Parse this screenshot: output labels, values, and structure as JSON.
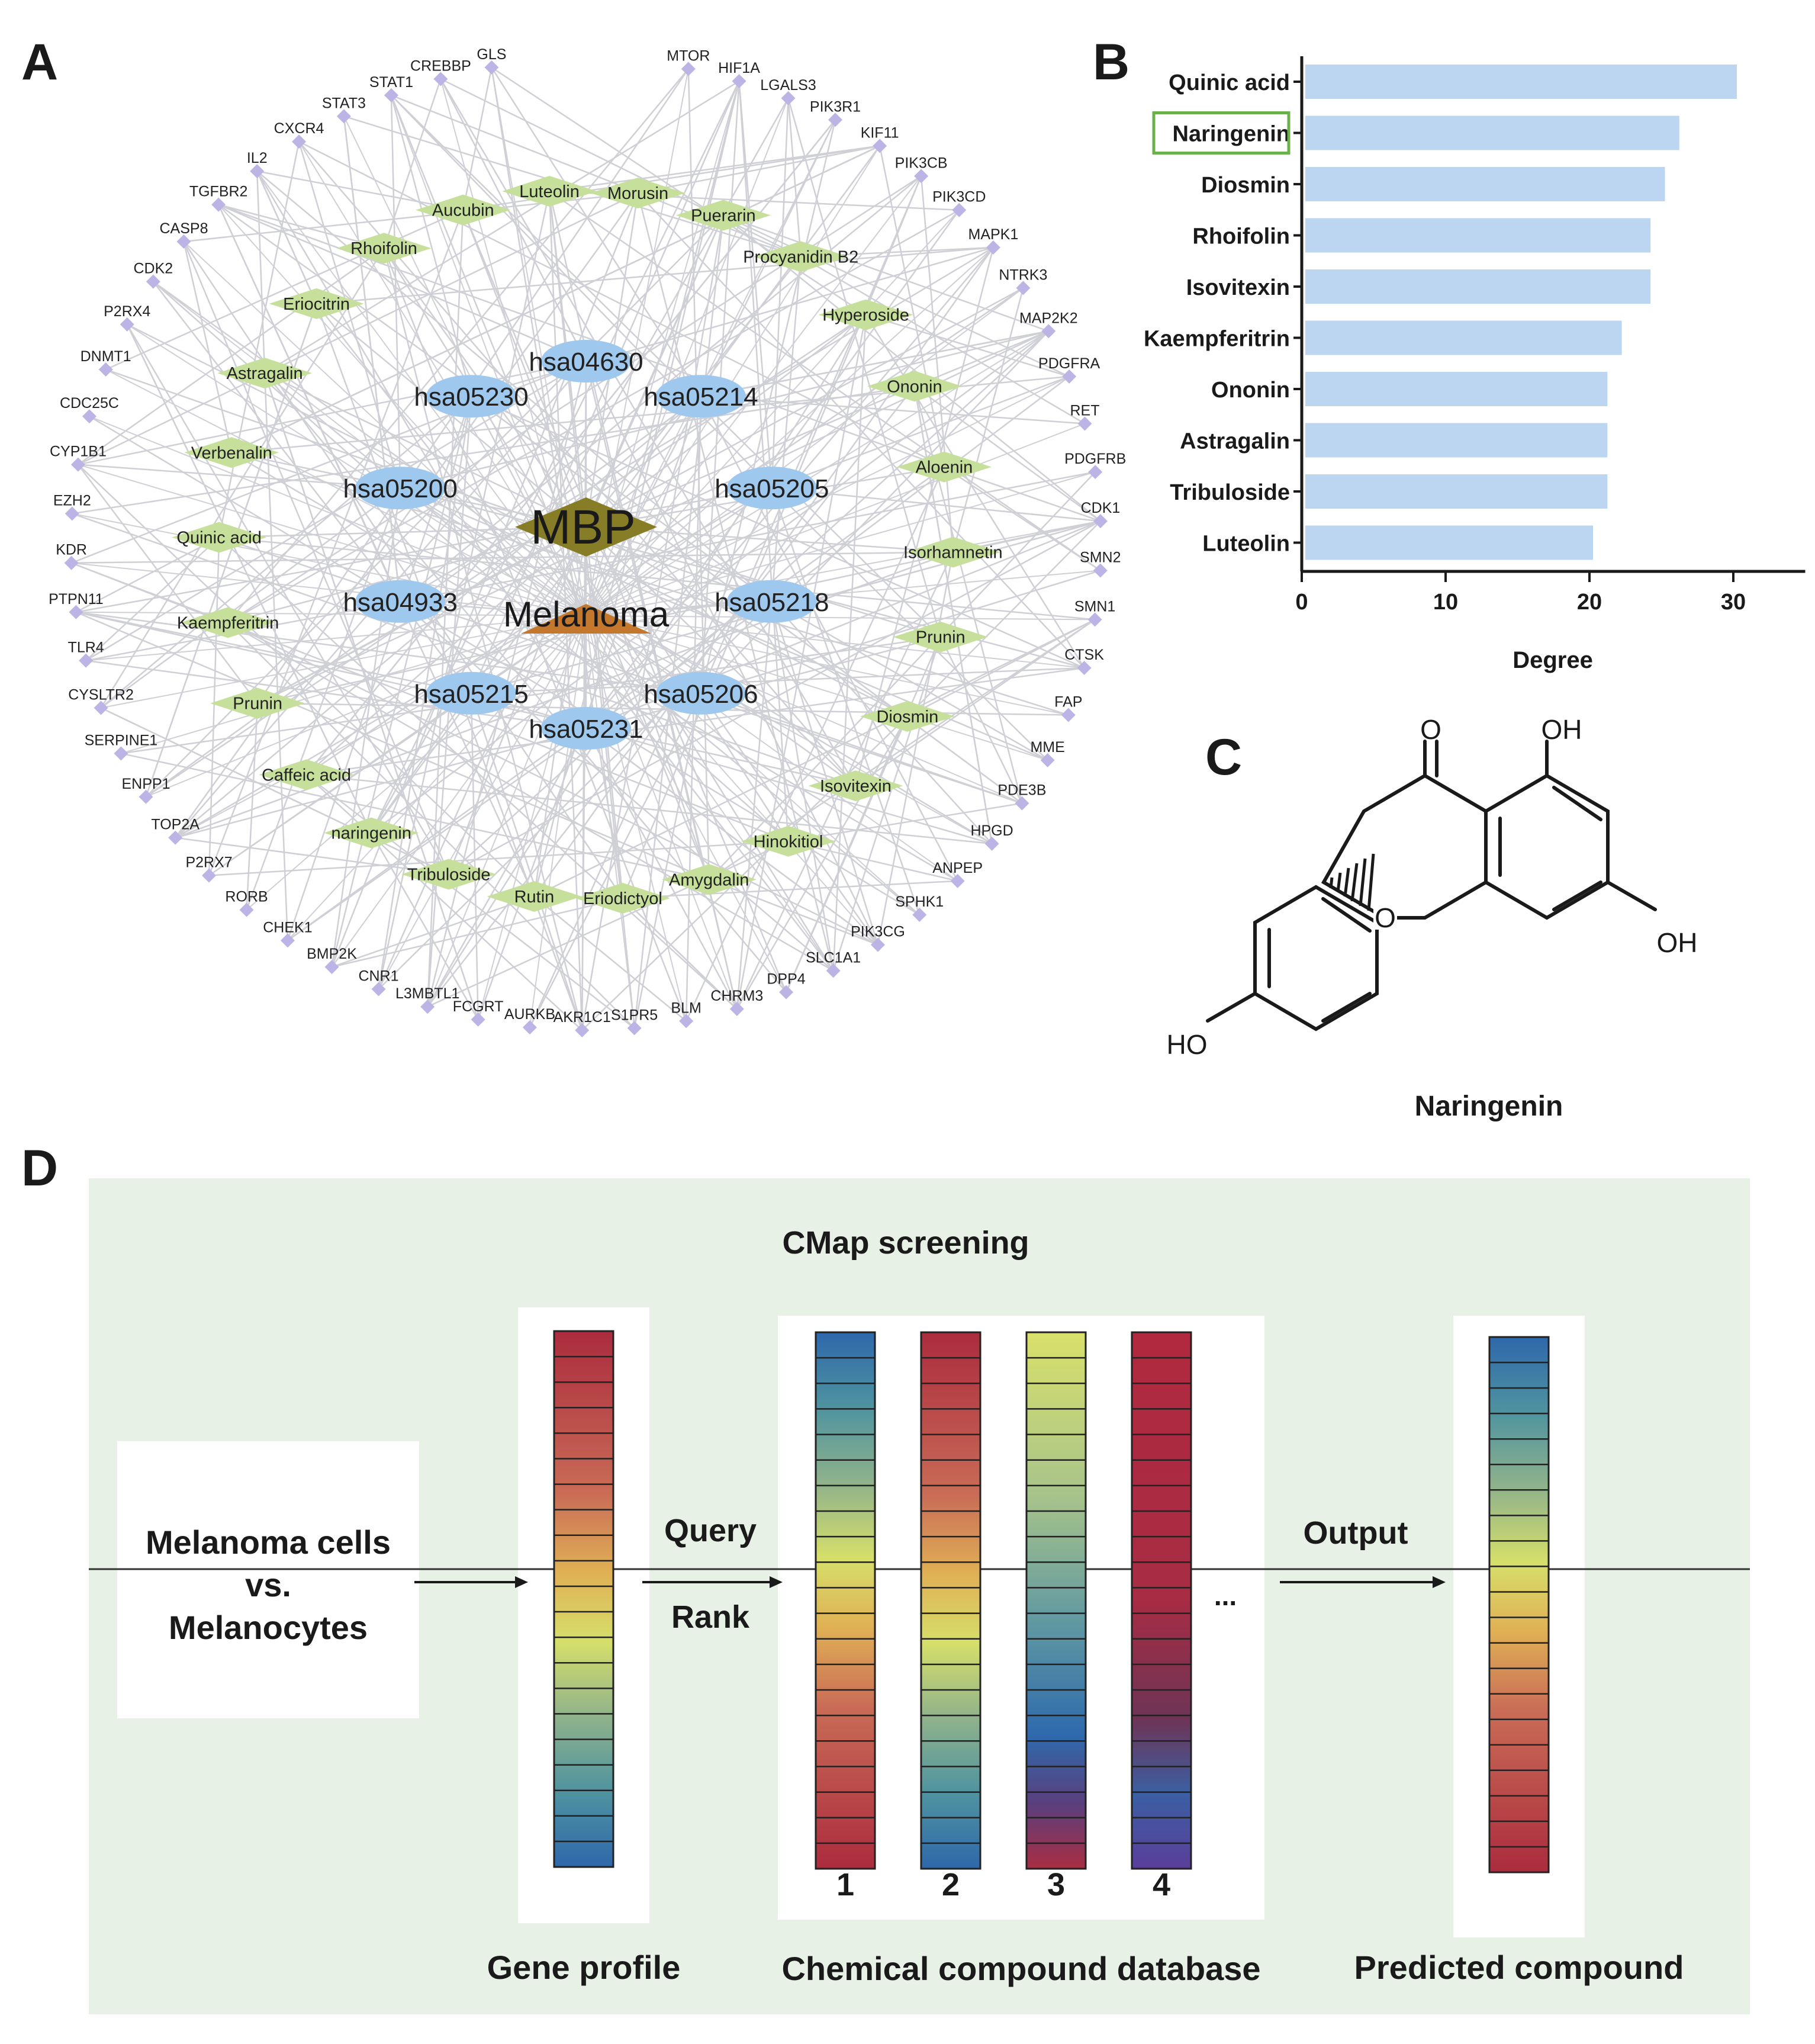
{
  "panels": {
    "a": "A",
    "b": "B",
    "c": "C",
    "d": "D"
  },
  "network": {
    "center": [
      "MBP",
      "Melanoma"
    ],
    "pathways": [
      "hsa04630",
      "hsa05214",
      "hsa05205",
      "hsa05218",
      "hsa05206",
      "hsa05231",
      "hsa05215",
      "hsa04933",
      "hsa05200",
      "hsa05230"
    ],
    "compounds": [
      "Luteolin",
      "Morusin",
      "Puerarin",
      "Procyanidin B2",
      "Hyperoside",
      "Ononin",
      "Aloenin",
      "Isorhamnetin",
      "Prunin",
      "Diosmin",
      "Isovitexin",
      "Hinokitiol",
      "Amygdalin",
      "Eriodictyol",
      "Rutin",
      "Tribuloside",
      "naringenin",
      "Caffeic acid",
      "Prunin",
      "Kaempferitrin",
      "Quinic acid",
      "Verbenalin",
      "Astragalin",
      "Eriocitrin",
      "Rhoifolin",
      "Aucubin"
    ],
    "targets": [
      "MTOR",
      "HIF1A",
      "LGALS3",
      "PIK3R1",
      "KIF11",
      "PIK3CB",
      "PIK3CD",
      "MAPK1",
      "NTRK3",
      "MAP2K2",
      "PDGFRA",
      "RET",
      "PDGFRB",
      "CDK1",
      "SMN2",
      "SMN1",
      "CTSK",
      "FAP",
      "MME",
      "PDE3B",
      "HPGD",
      "ANPEP",
      "SPHK1",
      "PIK3CG",
      "SLC1A1",
      "DPP4",
      "CHRM3",
      "BLM",
      "S1PR5",
      "AKR1C1",
      "AURKB",
      "FCGRT",
      "L3MBTL1",
      "CNR1",
      "BMP2K",
      "CHEK1",
      "RORB",
      "P2RX7",
      "TOP2A",
      "ENPP1",
      "SERPINE1",
      "CYSLTR2",
      "TLR4",
      "PTPN11",
      "KDR",
      "EZH2",
      "CYP1B1",
      "CDC25C",
      "DNMT1",
      "P2RX4",
      "CDK2",
      "CASP8",
      "TGFBR2",
      "IL2",
      "CXCR4",
      "STAT3",
      "STAT1",
      "CREBBP",
      "GLS"
    ]
  },
  "chart_data": {
    "type": "bar",
    "orientation": "horizontal",
    "categories": [
      "Quinic acid",
      "Naringenin",
      "Diosmin",
      "Rhoifolin",
      "Isovitexin",
      "Kaempferitrin",
      "Ononin",
      "Astragalin",
      "Tribuloside",
      "Luteolin"
    ],
    "values": [
      30,
      26,
      25,
      24,
      24,
      22,
      21,
      21,
      21,
      20
    ],
    "highlight": "Naringenin",
    "xlabel": "Degree",
    "xlim": [
      0,
      35
    ],
    "xticks": [
      0,
      10,
      20,
      30
    ],
    "bar_color": "#bcd6f2",
    "highlight_color": "#6ab04c"
  },
  "structure": {
    "name": "Naringenin",
    "atoms": {
      "o_carbonyl": "O",
      "o_ring": "O",
      "oh_top": "OH",
      "oh_right": "OH",
      "ho_left": "HO"
    }
  },
  "cmap": {
    "title": "CMap screening",
    "input_line1": "Melanoma cells",
    "input_line2": "vs.",
    "input_line3": "Melanocytes",
    "query": "Query",
    "rank": "Rank",
    "output": "Output",
    "ellipsis": "...",
    "db_numbers": [
      "1",
      "2",
      "3",
      "4"
    ],
    "gene_profile": "Gene profile",
    "database": "Chemical compound database",
    "predicted": "Predicted compound"
  },
  "colors": {
    "node_blue": "#9ec8ee",
    "node_green": "#c6e09c",
    "mbp_fill": "#877d27",
    "melanoma_fill": "#c4782e",
    "edge": "#cfcfd6",
    "target_node": "#bdb4e6",
    "panel_d_bg": "#e8f1e6"
  }
}
